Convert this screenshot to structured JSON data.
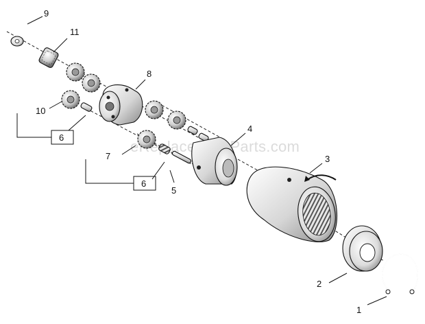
{
  "watermark": "eReplacementParts.com",
  "callouts": {
    "c1": "1",
    "c2": "2",
    "c3": "3",
    "c4": "4",
    "c5": "5",
    "c6a": "6",
    "c6b": "6",
    "c7": "7",
    "c8": "8",
    "c9": "9",
    "c10": "10",
    "c11": "11"
  }
}
